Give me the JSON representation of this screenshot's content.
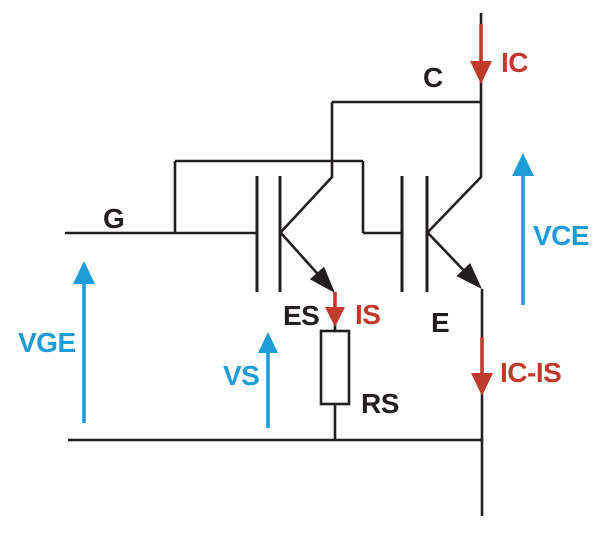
{
  "colors": {
    "wire": "#231f20",
    "voltage": "#1e9cd7",
    "current": "#c03a2b",
    "background": "#ffffff"
  },
  "labels": {
    "gate": "G",
    "collector": "C",
    "emitter": "E",
    "sense_emitter": "ES",
    "sense_resistor": "RS",
    "collector_current": "IC",
    "sense_current": "IS",
    "emitter_current": "IC-IS",
    "gate_emitter_voltage": "VGE",
    "sense_voltage": "VS",
    "collector_emitter_voltage": "VCE"
  },
  "arrows": {
    "collector_current_direction": "down",
    "sense_current_direction": "down",
    "emitter_current_direction": "down",
    "gate_emitter_voltage_direction": "up",
    "sense_voltage_direction": "up",
    "collector_emitter_voltage_direction": "up"
  }
}
